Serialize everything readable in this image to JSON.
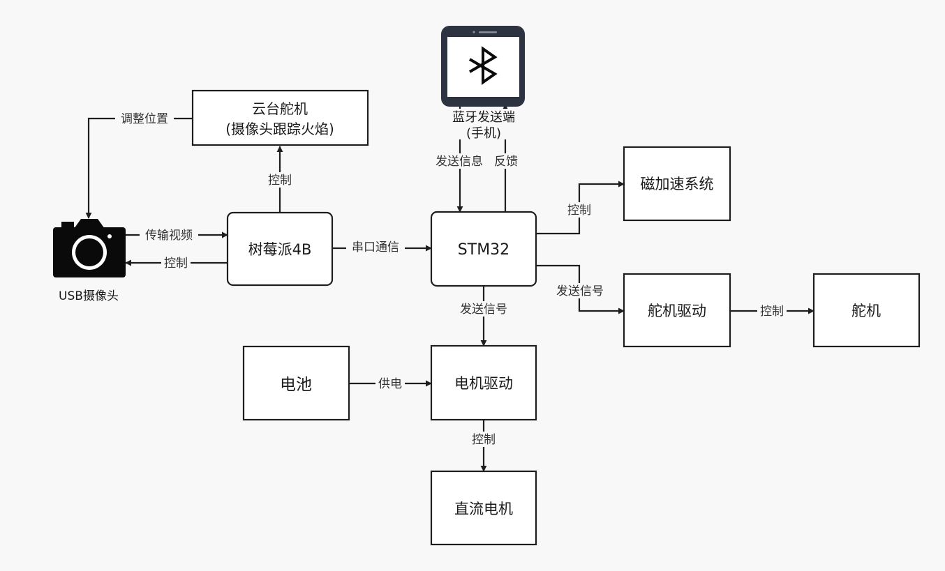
{
  "nodes": {
    "gimbal_servo": {
      "line1": "云台舵机",
      "line2": "(摄像头跟踪火焰)"
    },
    "raspberry_pi": {
      "label": "树莓派4B"
    },
    "stm32": {
      "label": "STM32"
    },
    "maglev": {
      "label": "磁加速系统"
    },
    "servo_driver": {
      "label": "舵机驱动"
    },
    "servo": {
      "label": "舵机"
    },
    "battery": {
      "label": "电池"
    },
    "motor_driver": {
      "label": "电机驱动"
    },
    "dc_motor": {
      "label": "直流电机"
    },
    "usb_camera": {
      "label": "USB摄像头"
    },
    "bluetooth_phone": {
      "line1": "蓝牙发送端",
      "line2": "(手机)"
    }
  },
  "edges": {
    "adjust_position": "调整位置",
    "pi_to_gimbal": "控制",
    "transmit_video": "传输视频",
    "pi_to_camera": "控制",
    "serial_comm": "串口通信",
    "send_info": "发送信息",
    "feedback": "反馈",
    "stm_to_maglev": "控制",
    "stm_to_servo_driver": "发送信号",
    "servo_driver_to_servo": "控制",
    "stm_to_motor_driver": "发送信号",
    "battery_power": "供电",
    "motor_driver_to_motor": "控制"
  },
  "colors": {
    "stroke": "#1e1e1e",
    "box_fill": "#ffffff",
    "background": "#f8f8f8"
  },
  "icons": {
    "camera": "camera-icon",
    "phone": "phone-icon",
    "bluetooth": "bluetooth-icon"
  }
}
